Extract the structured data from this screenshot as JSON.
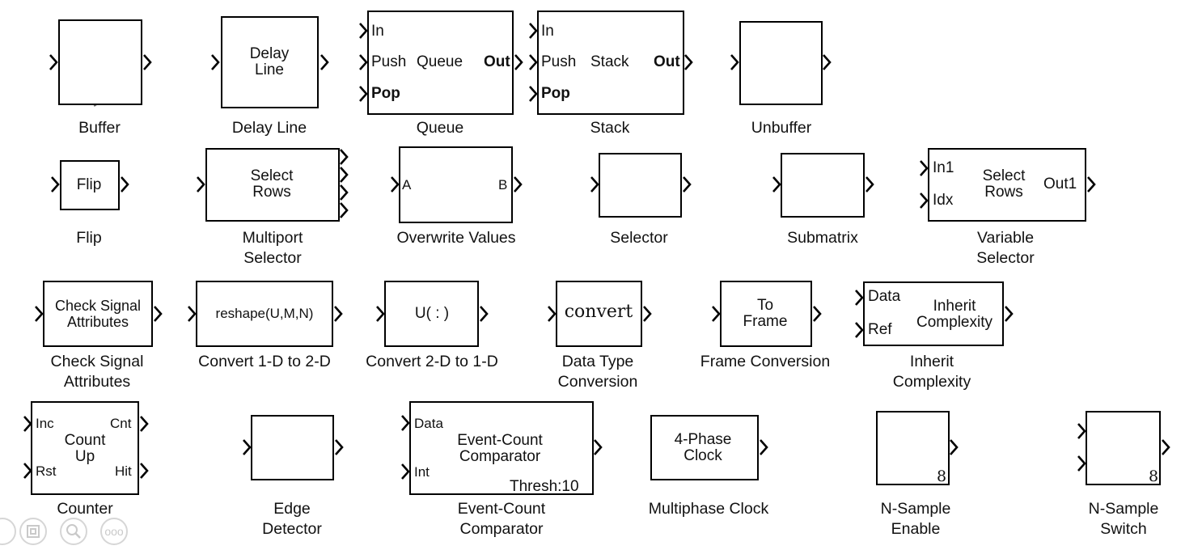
{
  "blocks": {
    "buffer": {
      "caption": "Buffer"
    },
    "delay_line": {
      "text": "Delay\nLine",
      "caption": "Delay Line"
    },
    "queue": {
      "ports_in": [
        "In",
        "Push",
        "Pop"
      ],
      "title": "Queue",
      "port_out": "Out",
      "caption": "Queue"
    },
    "stack": {
      "ports_in": [
        "In",
        "Push",
        "Pop"
      ],
      "title": "Stack",
      "port_out": "Out",
      "caption": "Stack"
    },
    "unbuffer": {
      "caption": "Unbuffer"
    },
    "flip": {
      "text": "Flip",
      "caption": "Flip"
    },
    "multiport_selector": {
      "text": "Select\nRows",
      "caption": "Multiport\nSelector"
    },
    "overwrite_values": {
      "port_in": "A",
      "port_out": "B",
      "caption": "Overwrite Values"
    },
    "selector": {
      "caption": "Selector"
    },
    "submatrix": {
      "caption": "Submatrix"
    },
    "variable_selector": {
      "ports_in": [
        "In1",
        "Idx"
      ],
      "text": "Select\nRows",
      "port_out": "Out1",
      "caption": "Variable\nSelector"
    },
    "check_signal": {
      "text": "Check Signal\nAttributes",
      "caption": "Check Signal\nAttributes"
    },
    "convert_1d_2d": {
      "text": "reshape(U,M,N)",
      "caption": "Convert 1-D to 2-D"
    },
    "convert_2d_1d": {
      "text": "U( : )",
      "caption": "Convert 2-D to 1-D"
    },
    "data_type_conversion": {
      "text": "convert",
      "caption": "Data Type\nConversion"
    },
    "frame_conversion": {
      "text": "To\nFrame",
      "caption": "Frame Conversion"
    },
    "inherit_complexity": {
      "ports_in": [
        "Data",
        "Ref"
      ],
      "text": "Inherit\nComplexity",
      "caption": "Inherit\nComplexity"
    },
    "counter": {
      "ports_in": [
        "Inc",
        "Rst"
      ],
      "text": "Count\nUp",
      "ports_out": [
        "Cnt",
        "Hit"
      ],
      "caption": "Counter"
    },
    "edge_detector": {
      "caption": "Edge\nDetector"
    },
    "event_count_comparator": {
      "ports_in": [
        "Data",
        "Int"
      ],
      "text": "Event-Count\nComparator",
      "param": "Thresh:10",
      "caption": "Event-Count\nComparator"
    },
    "multiphase_clock": {
      "text": "4-Phase\nClock",
      "caption": "Multiphase Clock"
    },
    "n_sample_enable": {
      "count": "8",
      "caption": "N-Sample\nEnable"
    },
    "n_sample_switch": {
      "count": "8",
      "caption": "N-Sample\nSwitch"
    }
  },
  "controls": {
    "more_label": "ooo"
  },
  "colors": {
    "line": "#000000",
    "background": "#ffffff",
    "control": "#c9c9c9"
  }
}
